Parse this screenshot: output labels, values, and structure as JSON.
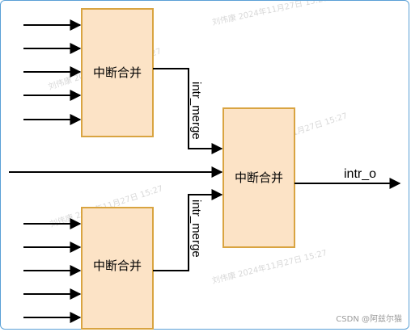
{
  "colors": {
    "box_fill": "#fce3c6",
    "box_stroke": "#d9a441",
    "line": "#000000",
    "frame": "#5aa0d6"
  },
  "blocks": {
    "top_merge": "中断合并",
    "bottom_merge": "中断合并",
    "final_merge": "中断合并"
  },
  "signals": {
    "top_output": "intr_merge",
    "bottom_output": "intr_merge",
    "final_output": "intr_o"
  },
  "watermarks": [
    "刘伟康 2024年11月27日 15:27",
    "刘伟康 2024年11月27日 15:27",
    "刘伟康 2024年11月27日 15:27",
    "刘伟康 2024年11月27日 15:27",
    "刘伟康 2024年11月27日 15:27"
  ],
  "credit": "CSDN @阿兹尔猫"
}
